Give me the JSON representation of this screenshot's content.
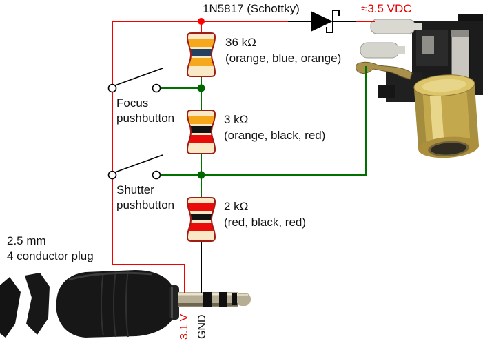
{
  "diode": {
    "label": "1N5817 (Schottky)"
  },
  "output": {
    "label": "≈3.5 VDC"
  },
  "resistors": [
    {
      "value": "36 kΩ",
      "bands_text": "(orange, blue, orange)",
      "band_hex": [
        "#F5A81C",
        "#23405F",
        "#F5A81C"
      ]
    },
    {
      "value": "3 kΩ",
      "bands_text": "(orange, black, red)",
      "band_hex": [
        "#F5A81C",
        "#111111",
        "#EA0B0B"
      ]
    },
    {
      "value": "2 kΩ",
      "bands_text": "(red, black, red)",
      "band_hex": [
        "#EA0B0B",
        "#111111",
        "#EA0B0B"
      ]
    }
  ],
  "switches": [
    {
      "name": "Focus",
      "kind": "pushbutton"
    },
    {
      "name": "Shutter",
      "kind": "pushbutton"
    }
  ],
  "plug": {
    "label_line1": "2.5 mm",
    "label_line2": "4 conductor plug",
    "pin_power": "3.1 V",
    "pin_ground": "GND"
  },
  "wires": {
    "power_color": "#F40000",
    "tip_signal_color": "#007000",
    "neutral_color": "#000000",
    "junction_power_dot": "#FF0000",
    "junction_signal_dot": "#006700"
  }
}
